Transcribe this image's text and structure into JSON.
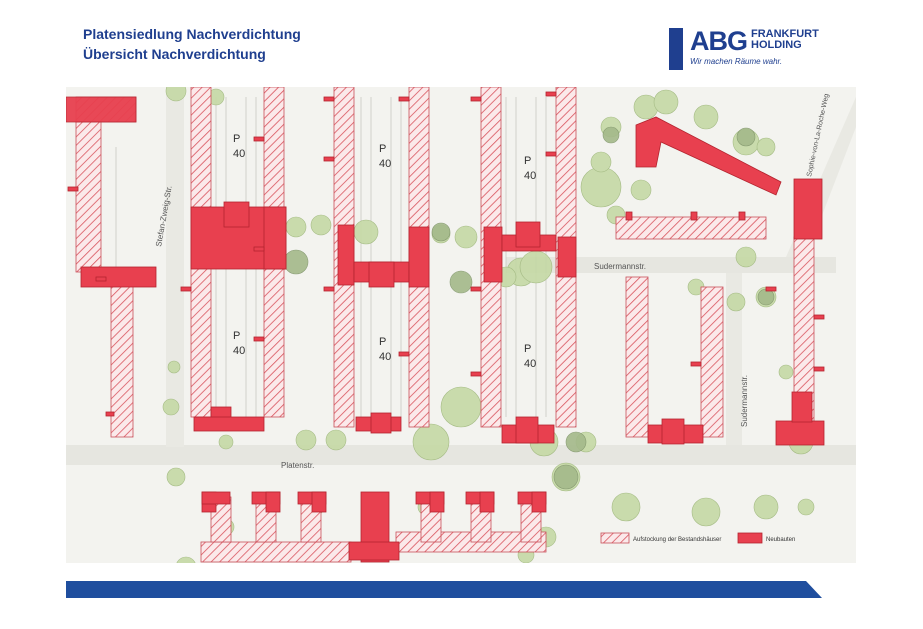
{
  "header": {
    "title": "Platensiedlung Nachverdichtung",
    "subtitle": "Übersicht Nachverdichtung"
  },
  "logo": {
    "brand": "ABG",
    "name_line1": "FRANKFURT",
    "name_line2": "HOLDING",
    "slogan": "Wir machen Räume wahr."
  },
  "map": {
    "parking_label": "P",
    "parking_count": "40",
    "streets": {
      "stefan_zweig": "Stefan-Zweig-Str.",
      "sudermann_1": "Sudermannstr.",
      "sudermann_2": "Sudermannstr.",
      "platen": "Platenstr.",
      "sophie": "Sophie-von-La-Roche-Weg"
    },
    "legend": {
      "extension_label": "Aufstockung der Bestandshäuser",
      "newbuild_label": "Neubauten"
    }
  },
  "colors": {
    "title_blue": "#1f3f8f",
    "newbuild_red": "#e8404f",
    "hatch_red": "#d9545e",
    "tree_green": "#c5d9a5",
    "footer_blue": "#1f4e9e"
  }
}
